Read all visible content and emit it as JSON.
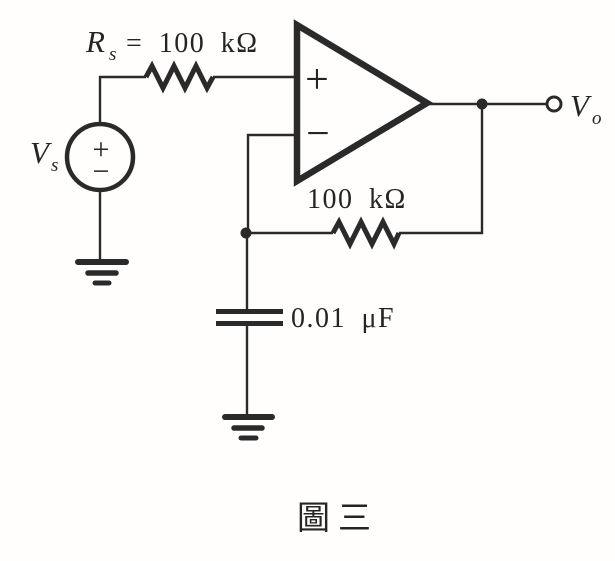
{
  "figure": {
    "type": "circuit-schematic",
    "description_source": "op-amp low-pass filter schematic, scanned figure",
    "caption": "圖三"
  },
  "colors": {
    "ink": "#2a2a2a",
    "paper": "#fffefd"
  },
  "labels": {
    "source_resistor": {
      "symbol": "R",
      "subscript": "s",
      "value": "= 100 kΩ"
    },
    "source": {
      "symbol": "V",
      "subscript": "s",
      "plus": "+",
      "minus": "−"
    },
    "opamp": {
      "plus": "+",
      "minus": "−"
    },
    "feedback_resistor": {
      "value": "100 kΩ"
    },
    "capacitor": {
      "value": "0.01 μF"
    },
    "output": {
      "symbol": "V",
      "subscript": "o"
    }
  }
}
